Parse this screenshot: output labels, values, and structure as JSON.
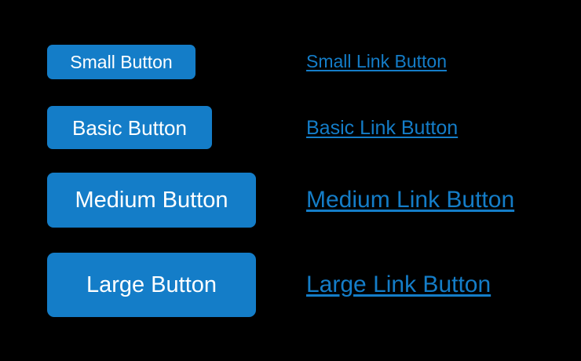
{
  "page": {
    "background_color": "#000000",
    "accent_color": "#147dc8",
    "button_text_color": "#ffffff"
  },
  "buttons": [
    {
      "label": "Small Button",
      "size": "small"
    },
    {
      "label": "Basic Button",
      "size": "basic"
    },
    {
      "label": "Medium Button",
      "size": "medium"
    },
    {
      "label": "Large Button",
      "size": "large"
    }
  ],
  "link_buttons": [
    {
      "label": "Small Link Button",
      "size": "small"
    },
    {
      "label": "Basic Link Button",
      "size": "basic"
    },
    {
      "label": "Medium Link Button",
      "size": "medium"
    },
    {
      "label": "Large Link Button",
      "size": "large"
    }
  ]
}
